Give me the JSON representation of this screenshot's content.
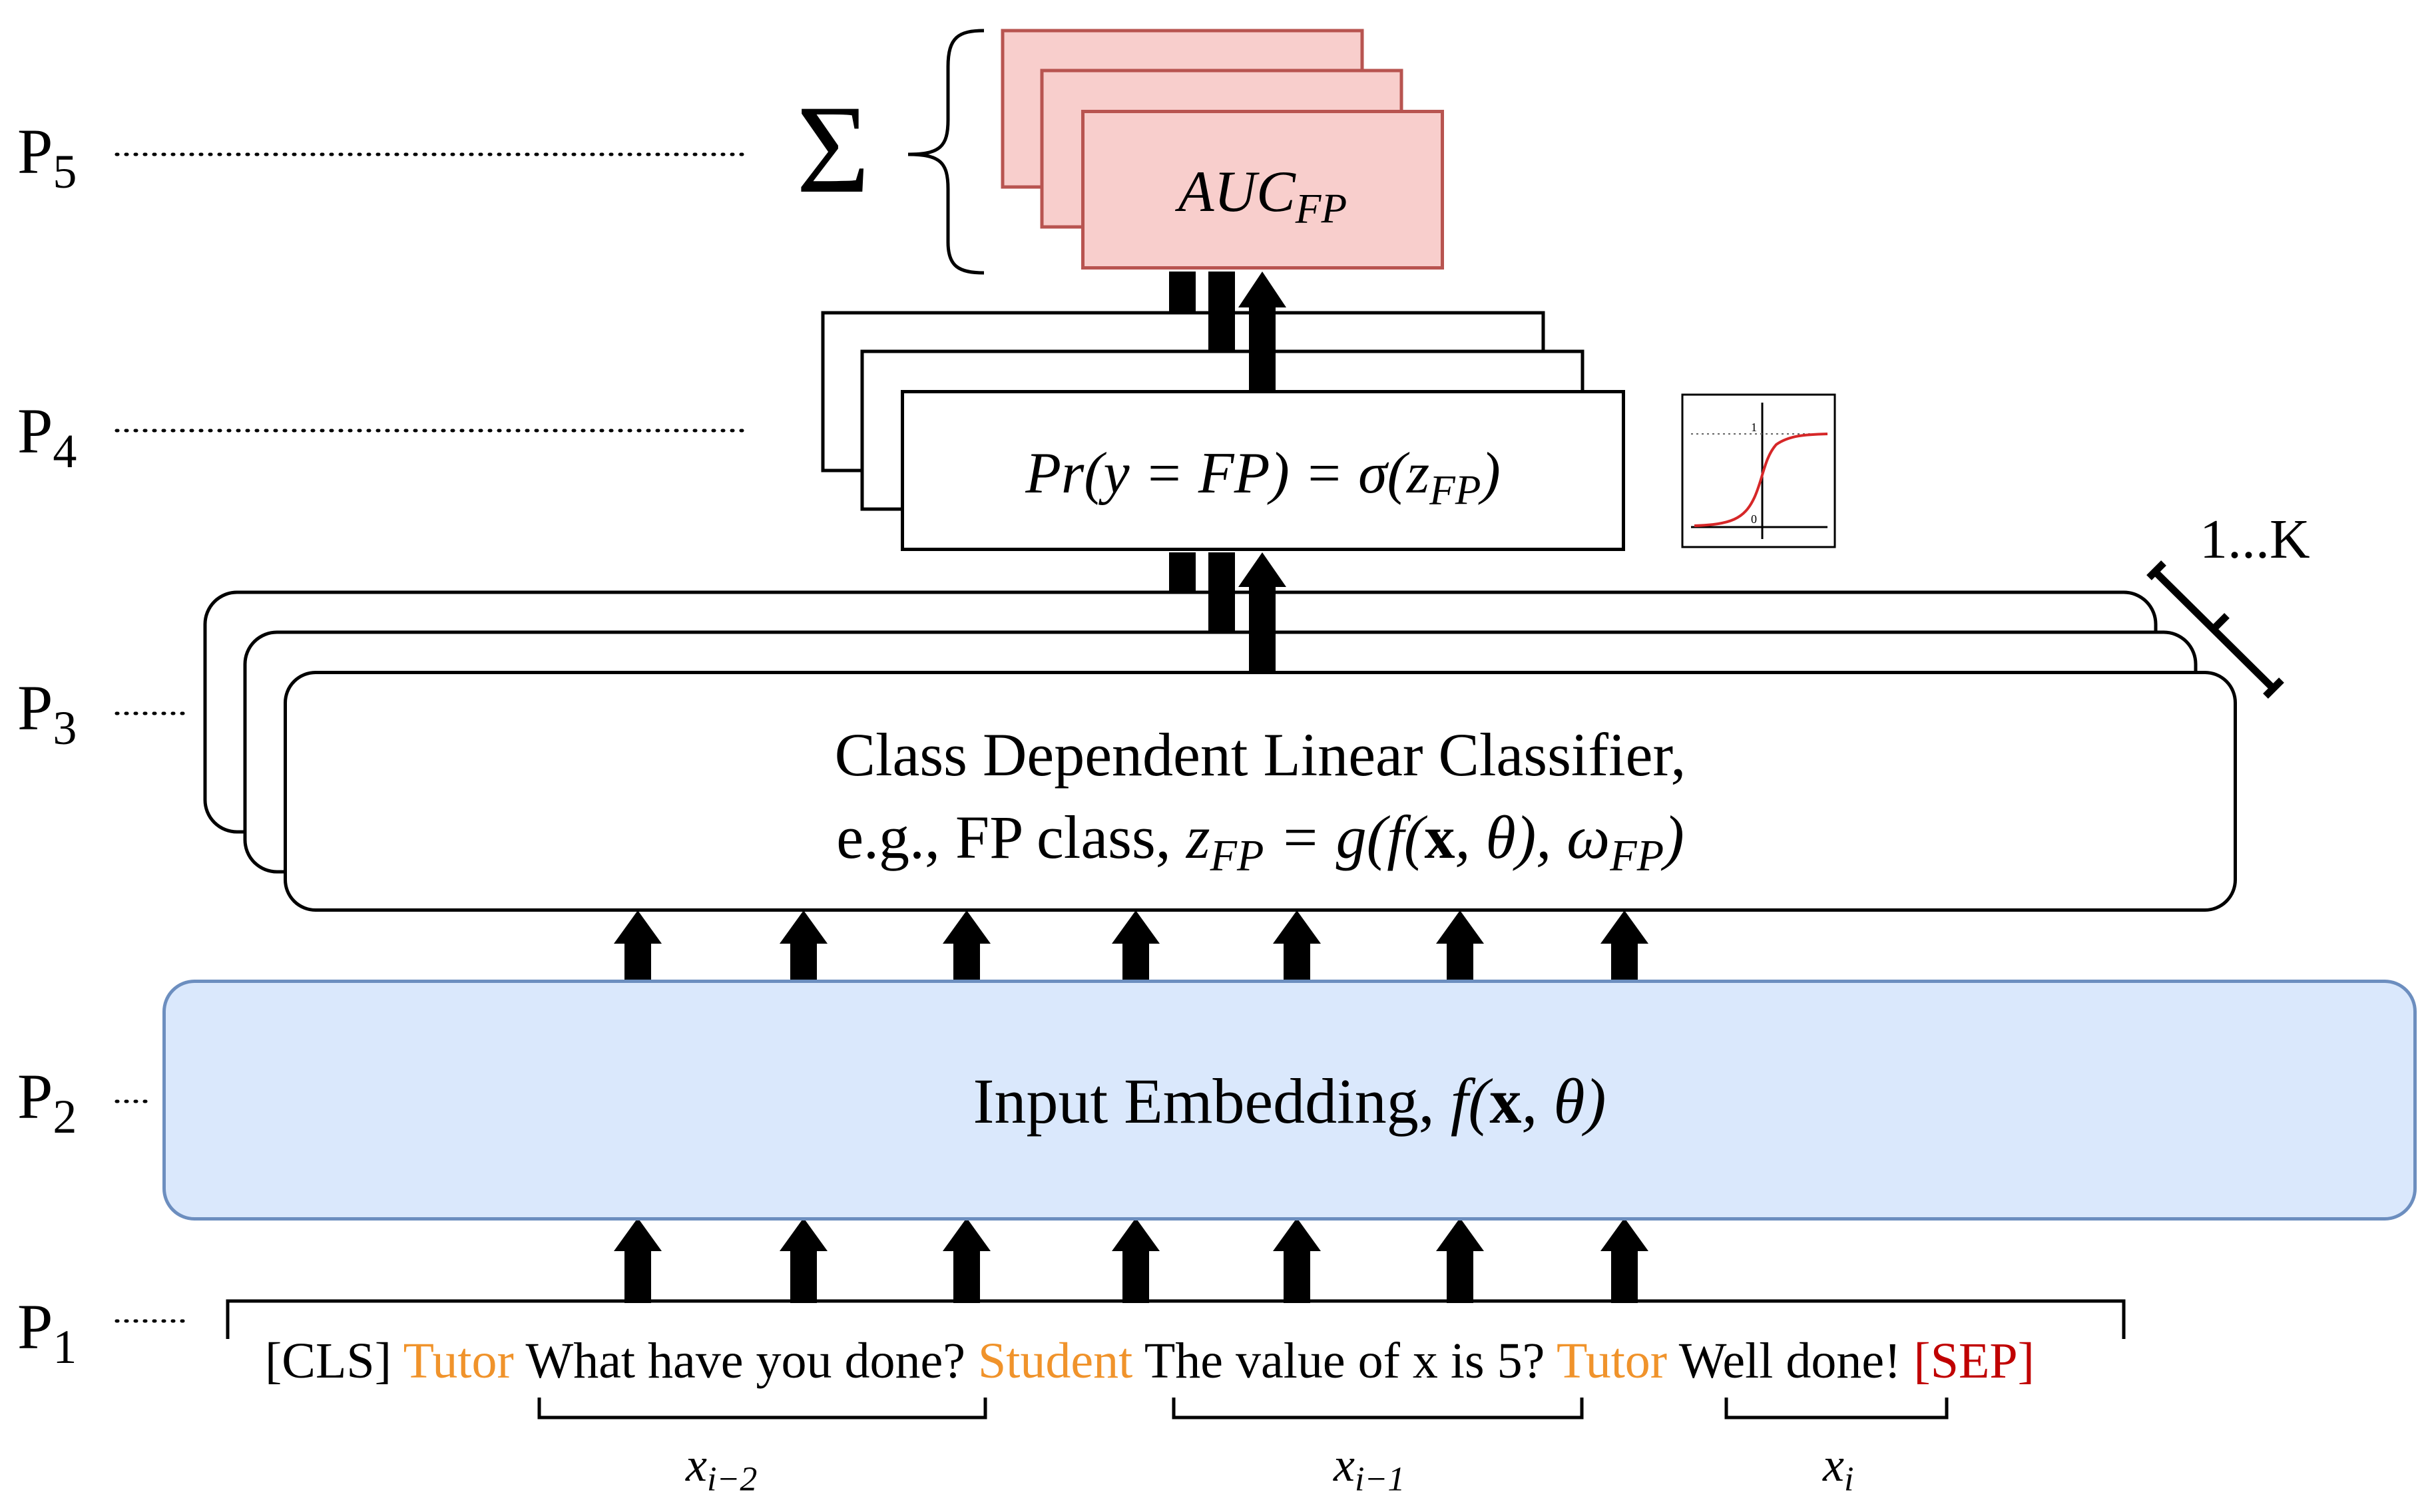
{
  "levels": [
    {
      "prefix": "P",
      "sub": "5"
    },
    {
      "prefix": "P",
      "sub": "4"
    },
    {
      "prefix": "P",
      "sub": "3"
    },
    {
      "prefix": "P",
      "sub": "2"
    },
    {
      "prefix": "P",
      "sub": "1"
    }
  ],
  "p5": {
    "sum_symbol": "Σ",
    "auc_main": "AUC",
    "auc_sub": "FP"
  },
  "p4": {
    "formula_left": "Pr(y = FP) = σ(z",
    "formula_sub": "FP",
    "formula_right": ")",
    "sigmoid_tick_top": "1",
    "sigmoid_tick_bottom": "0"
  },
  "p3": {
    "stack_label": "1...K",
    "line1": "Class Dependent Linear Classifier,",
    "line2_text": "e.g., FP class, ",
    "line2_z": "z",
    "line2_z_sub": "FP",
    "line2_eq": " = g(f(",
    "line2_x": "x",
    "line2_theta": ", θ), ω",
    "line2_omega_sub": "FP",
    "line2_close": ")"
  },
  "p2": {
    "label_text": "Input Embedding, ",
    "f": "f(",
    "x": "x",
    "theta": ", θ)"
  },
  "p1": {
    "tokens": [
      {
        "text": "[CLS] ",
        "style": "normal"
      },
      {
        "text": "Tutor",
        "style": "orange"
      },
      {
        "text": " What have you done? ",
        "style": "normal"
      },
      {
        "text": "Student",
        "style": "orange"
      },
      {
        "text": " The value of x is 5? ",
        "style": "normal"
      },
      {
        "text": "Tutor",
        "style": "orange"
      },
      {
        "text": " Well done! ",
        "style": "normal"
      },
      {
        "text": "[SEP]",
        "style": "red"
      }
    ],
    "brace_labels": [
      {
        "main": "x",
        "sub": "i−2"
      },
      {
        "main": "x",
        "sub": "i−1"
      },
      {
        "main": "x",
        "sub": "i"
      }
    ]
  },
  "colors": {
    "auc_fill": "#f8cecc",
    "auc_stroke": "#b85450",
    "embedding_fill": "#dae8fc",
    "embedding_stroke": "#6c8ebf",
    "speaker_token": "#f0932b",
    "special_token": "#c00000",
    "sigmoid_curve": "#d62728"
  }
}
